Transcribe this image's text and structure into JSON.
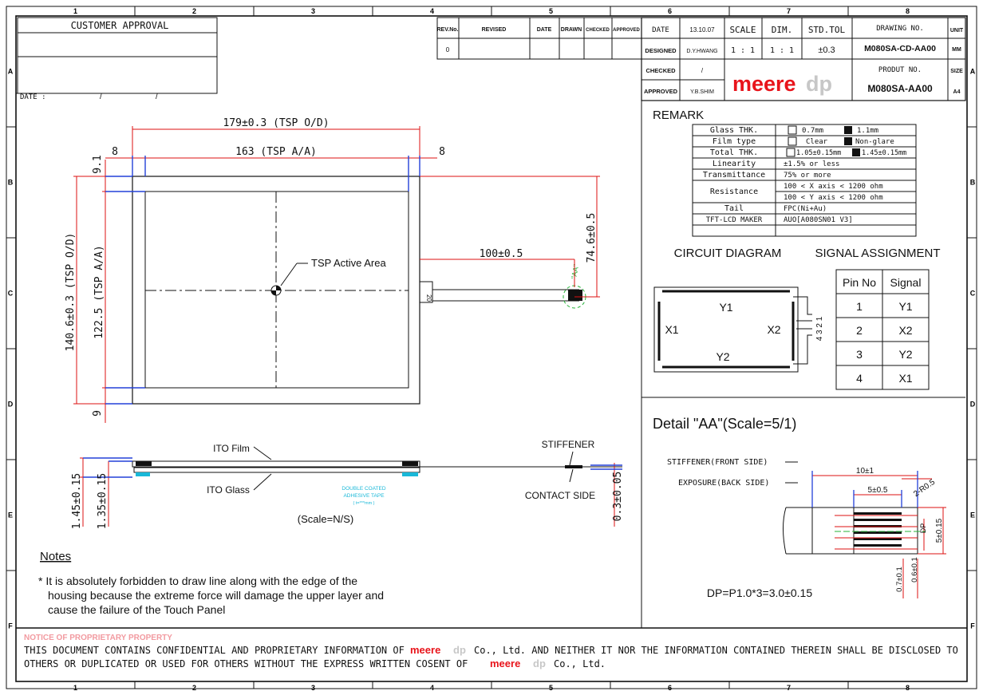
{
  "grid": {
    "columns": [
      "1",
      "2",
      "3",
      "4",
      "5",
      "6",
      "7",
      "8"
    ],
    "rows": [
      "A",
      "B",
      "C",
      "D",
      "E",
      "F"
    ]
  },
  "customer_approval": {
    "title": "CUSTOMER APPROVAL",
    "date_label": "DATE :",
    "date_sep1": "/",
    "date_sep2": "/"
  },
  "revision_table": {
    "headers": [
      "REV.No.",
      "REVISED",
      "DATE",
      "DRAWN",
      "CHECKED",
      "APPROVED"
    ],
    "rows": [
      [
        "0",
        "",
        "",
        "",
        "",
        ""
      ]
    ]
  },
  "title_block": {
    "date_label": "DATE",
    "date_value": "13.10.07",
    "designed_label": "DESIGNED",
    "designed_value": "D.Y.HWANG",
    "checked_label": "CHECKED",
    "checked_value": "/",
    "approved_label": "APPROVED",
    "approved_value": "Y.B.SHIM",
    "scale_label": "SCALE",
    "scale_value": "1 : 1",
    "dim_label": "DIM.",
    "dim_value": "1 : 1",
    "stdtol_label": "STD.TOL",
    "stdtol_value": "±0.3",
    "drawing_no_label": "DRAWING NO.",
    "drawing_no_value": "M080SA-CD-AA00",
    "product_no_label": "PRODUT NO.",
    "product_no_value": "M080SA-AA00",
    "unit_label": "UNIT",
    "unit_value": "MM",
    "size_label": "SIZE",
    "size_value": "A4",
    "logo_main": "meere",
    "logo_sub": "dp",
    "brand_red": "#e8141b",
    "brand_grey": "#c7c7c7"
  },
  "main_drawing": {
    "dim_tsp_od_w": "179±0.3 (TSP O/D)",
    "dim_tsp_aa_w": "163 (TSP A/A)",
    "dim_left_margin": "8",
    "dim_right_margin": "8",
    "dim_top_margin": "9.1",
    "dim_bottom_margin": "9",
    "dim_tsp_od_h": "140.6±0.3 (TSP O/D)",
    "dim_tsp_aa_h": "122.5 (TSP A/A)",
    "dim_tail_len": "100±0.5",
    "dim_tail_pos": "74.6±0.5",
    "dim_tail_w": "20",
    "active_area_label": "TSP Active Area",
    "detail_callout": "\"AA\""
  },
  "side_view": {
    "ito_film": "ITO Film",
    "ito_glass": "ITO Glass",
    "tape_line1": "DOUBLE COATED",
    "tape_line2": "ADHESIVE TAPE",
    "tape_line3": "( t=***mm )",
    "dim_total": "1.45±0.15",
    "dim_glass": "1.35±0.15",
    "scale_note": "(Scale=N/S)",
    "stiffener": "STIFFENER",
    "contact_side": "CONTACT SIDE",
    "dim_tail_thk": "0.3±0.05"
  },
  "remark": {
    "title": "REMARK",
    "rows": [
      {
        "label": "Glass THK.",
        "value": "0.7mm    1.1mm",
        "opt1": "0.7mm",
        "opt2": "1.1mm",
        "checked": 2
      },
      {
        "label": "Film type",
        "value": "Clear   Non-glare",
        "opt1": "Clear",
        "opt2": "Non-glare",
        "checked": 2
      },
      {
        "label": "Total THK.",
        "value": "",
        "opt1": "1.05±0.15mm",
        "opt2": "1.45±0.15mm",
        "checked": 2
      },
      {
        "label": "Linearity",
        "value": "±1.5% or less"
      },
      {
        "label": "Transmittance",
        "value": "75% or more"
      },
      {
        "label": "Resistance",
        "value": "100 < X axis < 1200 ohm",
        "value2": "100 < Y axis < 1200 ohm"
      },
      {
        "label": "Tail",
        "value": "FPC(Ni+Au)"
      },
      {
        "label": "TFT-LCD MAKER",
        "value": "AUO[A080SN01 V3]"
      }
    ]
  },
  "circuit": {
    "title": "CIRCUIT DIAGRAM",
    "y1": "Y1",
    "y2": "Y2",
    "x1": "X1",
    "x2": "X2",
    "pins": "4 3 2 1"
  },
  "signal": {
    "title": "SIGNAL ASSIGNMENT",
    "headers": [
      "Pin No",
      "Signal"
    ],
    "rows": [
      [
        "1",
        "Y1"
      ],
      [
        "2",
        "X2"
      ],
      [
        "3",
        "Y2"
      ],
      [
        "4",
        "X1"
      ]
    ]
  },
  "detail": {
    "title": "Detail \"AA\"(Scale=5/1)",
    "stiffener": "STIFFENER(FRONT SIDE)",
    "exposure": "EXPOSURE(BACK SIDE)",
    "dim_10": "10±1",
    "dim_5": "5±0.5",
    "dim_r": "2-R0.5",
    "dim_dp": "DP",
    "dim_h": "5±0.15",
    "dim_07": "0.7±0.1",
    "dim_06": "0.6±0.1",
    "dp_formula": "DP=P1.0*3=3.0±0.15"
  },
  "notes": {
    "title": "Notes",
    "line1": "* It is absolutely forbidden to draw line along with the edge of the",
    "line2": "housing because the extreme force will damage the upper layer and",
    "line3": "cause the failure of the Touch Panel"
  },
  "footer": {
    "notice": "NOTICE OF PROPRIETARY PROPERTY",
    "line1a": "THIS DOCUMENT CONTAINS CONFIDENTIAL AND PROPRIETARY INFORMATION OF",
    "line1b": "Co., Ltd. AND NEITHER IT NOR THE INFORMATION CONTAINED THEREIN SHALL BE DISCLOSED TO",
    "line2a": "OTHERS OR DUPLICATED OR USED FOR OTHERS WITHOUT THE EXPRESS WRITTEN COSENT OF",
    "line2b": "Co., Ltd.",
    "notice_color": "#f29aa0"
  }
}
